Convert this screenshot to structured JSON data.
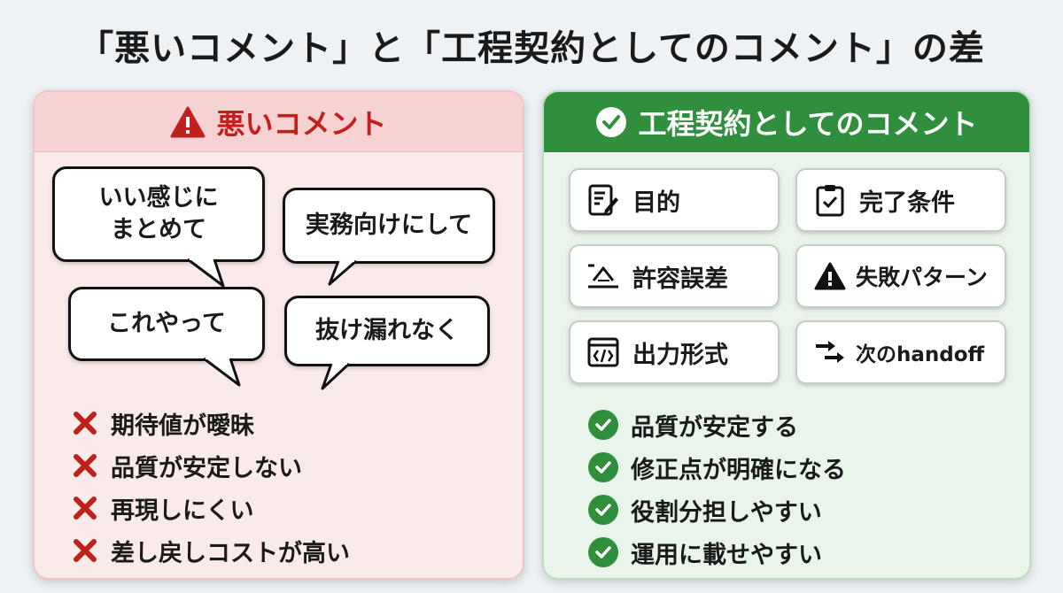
{
  "title": "「悪いコメント」と「工程契約としてのコメント」の差",
  "bad_panel": {
    "heading": "悪いコメント",
    "bubbles": [
      "いい感じに\nまとめて",
      "実務向けにして",
      "これやって",
      "抜け漏れなく"
    ],
    "issues": [
      "期待値が曖昧",
      "品質が安定しない",
      "再現しにくい",
      "差し戻しコストが高い"
    ],
    "accent": "#c21f1f"
  },
  "good_panel": {
    "heading": "工程契約としてのコメント",
    "cards": [
      {
        "label": "目的",
        "icon": "document-edit-icon"
      },
      {
        "label": "完了条件",
        "icon": "clipboard-check-icon"
      },
      {
        "label": "許容誤差",
        "icon": "tolerance-icon"
      },
      {
        "label": "失敗パターン",
        "icon": "warning-icon"
      },
      {
        "label": "出力形式",
        "icon": "code-window-icon"
      },
      {
        "label": "次のhandoff",
        "icon": "handoff-arrows-icon"
      }
    ],
    "benefits": [
      "品質が安定する",
      "修正点が明確になる",
      "役割分担しやすい",
      "運用に載せやすい"
    ],
    "accent": "#2f8f3c"
  }
}
